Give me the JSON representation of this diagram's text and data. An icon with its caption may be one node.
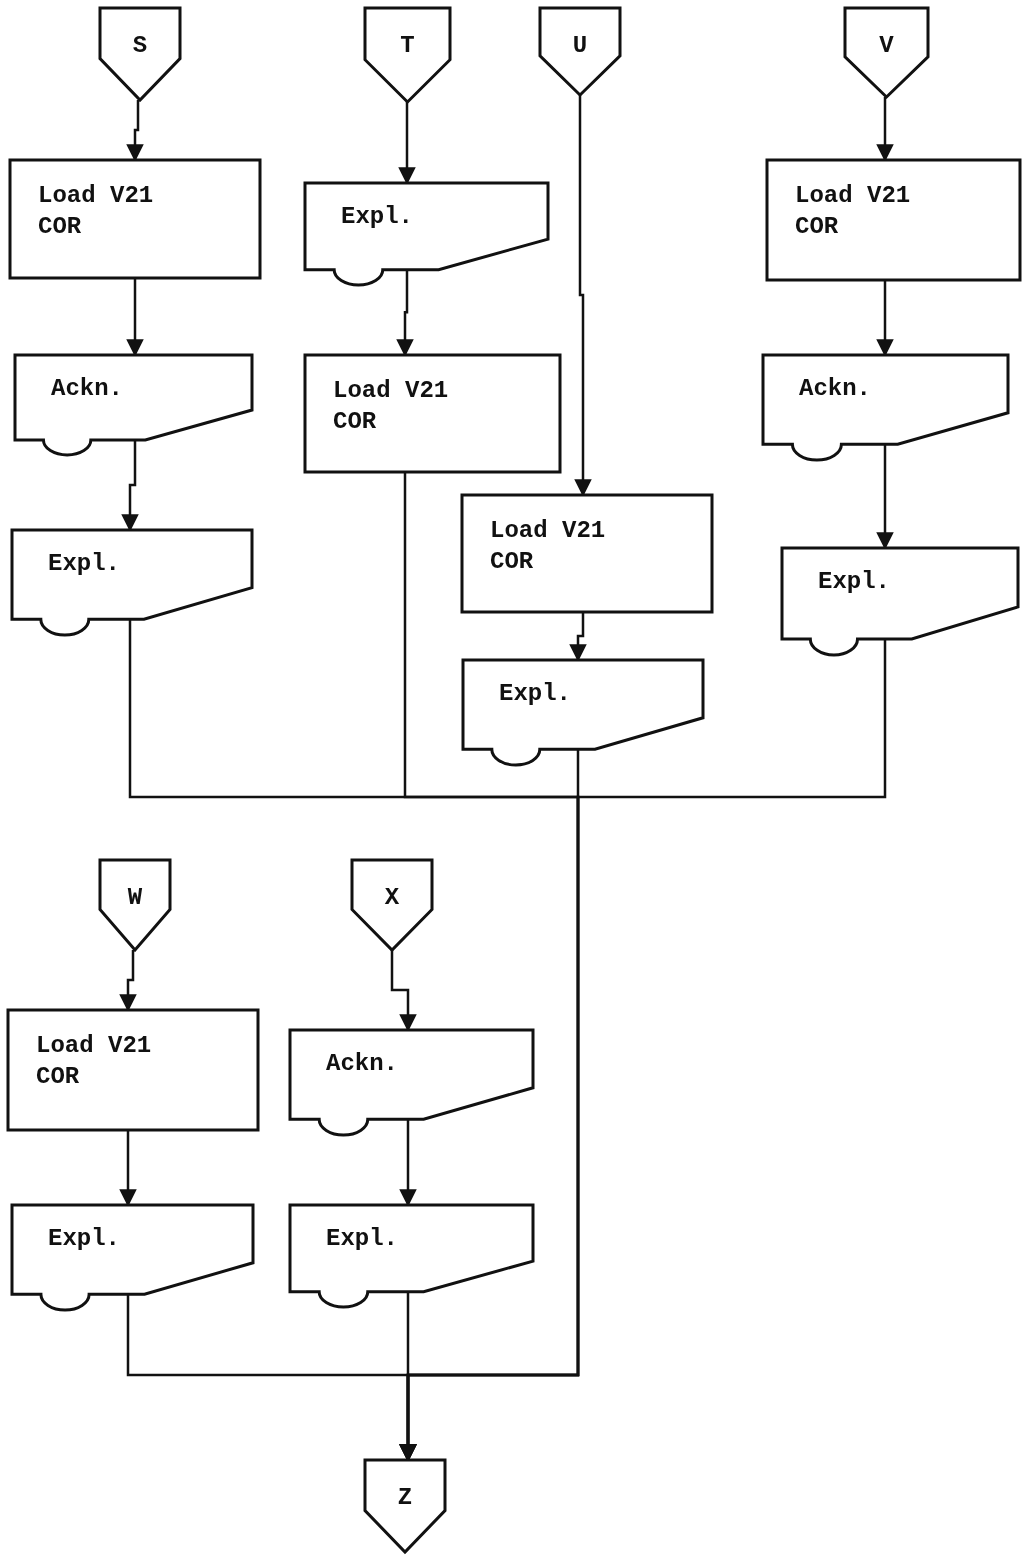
{
  "diagram": {
    "nodes": [
      {
        "text": [
          "S"
        ]
      },
      {
        "text": [
          "Load V21 COR"
        ]
      },
      {
        "text": [
          "Ackn."
        ]
      },
      {
        "text": [
          "Expl."
        ]
      },
      {
        "text": [
          "T"
        ]
      },
      {
        "text": [
          "Expl."
        ]
      },
      {
        "text": [
          "Load V21 COR"
        ]
      },
      {
        "text": [
          "U"
        ]
      },
      {
        "text": [
          "Load V21 COR"
        ]
      },
      {
        "text": [
          "Expl."
        ]
      },
      {
        "text": [
          "V"
        ]
      },
      {
        "text": [
          "Load V21 COR"
        ]
      },
      {
        "text": [
          "Ackn."
        ]
      },
      {
        "text": [
          "Expl."
        ]
      },
      {
        "text": [
          "W"
        ]
      },
      {
        "text": [
          "Load V21 COR"
        ]
      },
      {
        "text": [
          "Expl."
        ]
      },
      {
        "text": [
          "X"
        ]
      },
      {
        "text": [
          "Ackn."
        ]
      },
      {
        "text": [
          "Expl."
        ]
      },
      {
        "text": [
          "Z"
        ]
      }
    ],
    "edges": [
      {
        "from": 0,
        "to": 1,
        "arrow": "to"
      },
      {
        "from": 1,
        "to": 2,
        "arrow": "to"
      },
      {
        "from": 2,
        "to": 3,
        "arrow": "to"
      },
      {
        "from": 4,
        "to": 5,
        "arrow": "to"
      },
      {
        "from": 5,
        "to": 6,
        "arrow": "to"
      },
      {
        "from": 7,
        "to": 8,
        "arrow": "to"
      },
      {
        "from": 8,
        "to": 9,
        "arrow": "to"
      },
      {
        "from": 10,
        "to": 11,
        "arrow": "to"
      },
      {
        "from": 11,
        "to": 12,
        "arrow": "to"
      },
      {
        "from": 12,
        "to": 13,
        "arrow": "to"
      },
      {
        "from": 14,
        "to": 15,
        "arrow": "to"
      },
      {
        "from": 15,
        "to": 16,
        "arrow": "to"
      },
      {
        "from": 17,
        "to": 18,
        "arrow": "to"
      },
      {
        "from": 18,
        "to": 19,
        "arrow": "to"
      },
      {
        "from": 3,
        "to": 20,
        "arrow": "to"
      },
      {
        "from": 6,
        "to": 20,
        "arrow": "to"
      },
      {
        "from": 9,
        "to": 20,
        "arrow": "to"
      },
      {
        "from": 13,
        "to": 20,
        "arrow": "to"
      },
      {
        "from": 16,
        "to": 20,
        "arrow": "to"
      },
      {
        "from": 19,
        "to": 20,
        "arrow": "to"
      }
    ]
  }
}
